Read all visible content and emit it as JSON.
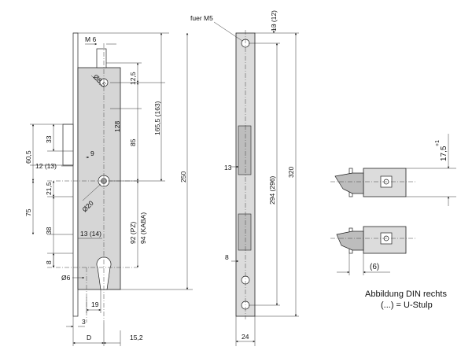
{
  "front_view": {
    "labels": {
      "m6": "M 6",
      "d85": "Ø8,5",
      "d12_5": "12,5",
      "d128": "128",
      "d85v": "85",
      "d1655": "165,5 (163)",
      "d250": "250",
      "d9": "9",
      "d33": "33",
      "d60_5": "60,5",
      "d12_13": "12 (13)",
      "d21_5": "21,5",
      "d75": "75",
      "d38": "38",
      "d20": "Ø20",
      "d92": "92 (PZ)",
      "d94": "94 (KABA)",
      "d13_14": "13 (14)",
      "d8": "8",
      "d6": "Ø6",
      "d19": "19",
      "d3": "3",
      "dD": "D",
      "d15_2": "15,2"
    }
  },
  "side_view": {
    "labels": {
      "fuer_m5": "fuer M5",
      "d13_12": "13 (12)",
      "d13": "13",
      "d294": "294 (296)",
      "d320": "320",
      "d8": "8",
      "d24": "24"
    }
  },
  "latch_views": {
    "labels": {
      "d17_5": "17,5",
      "d17_5_tol": "+1",
      "d6": "(6)"
    }
  },
  "caption": {
    "line1": "Abbildung DIN rechts",
    "line2": "(...) = U-Stulp"
  }
}
